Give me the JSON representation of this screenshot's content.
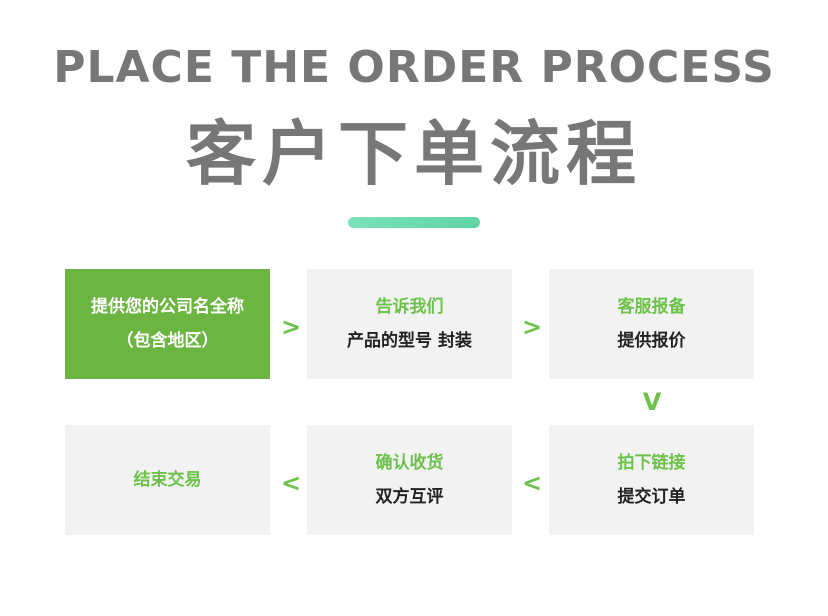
{
  "header": {
    "title_en": "PLACE THE ORDER PROCESS",
    "title_cn": "客户下单流程"
  },
  "colors": {
    "accent_green": "#6cc24a",
    "active_box": "#6cb543",
    "box_bg": "#f2f2f2",
    "title_gray": "#777777",
    "bar_mint": "#6fdcae"
  },
  "steps": [
    {
      "line1": "提供您的公司名全称",
      "line2": "（包含地区）"
    },
    {
      "line1": "告诉我们",
      "line2": "产品的型号 封装"
    },
    {
      "line1": "客服报备",
      "line2": "提供报价"
    },
    {
      "line1": "拍下链接",
      "line2": "提交订单"
    },
    {
      "line1": "确认收货",
      "line2": "双方互评"
    },
    {
      "line1": "结束交易"
    }
  ],
  "arrows": [
    ">",
    ">",
    "V",
    "<",
    "<"
  ]
}
